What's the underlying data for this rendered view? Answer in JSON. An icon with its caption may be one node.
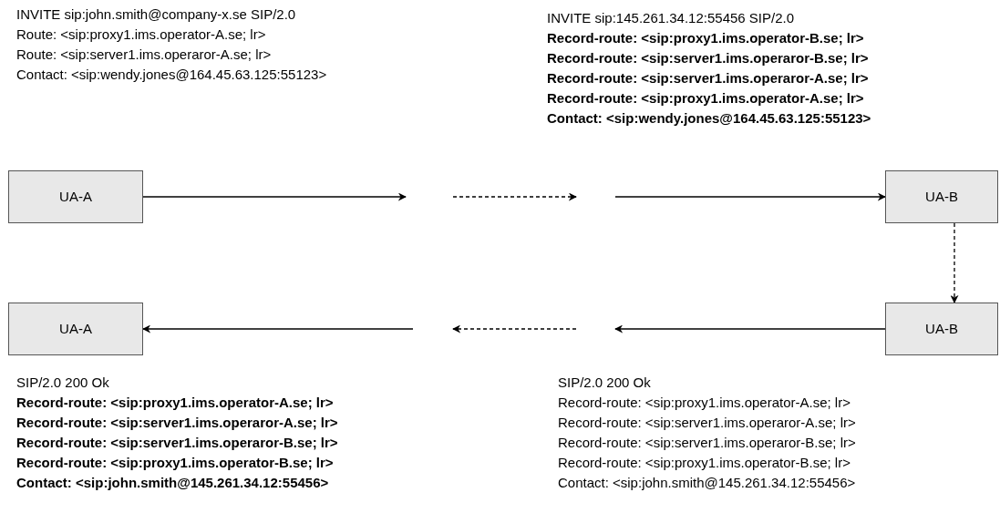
{
  "diagram": {
    "nodes": [
      {
        "text": [
          "UA-A"
        ]
      },
      {
        "text": [
          "UA-B"
        ]
      },
      {
        "text": [
          "UA-A"
        ]
      },
      {
        "text": [
          "UA-B"
        ]
      }
    ],
    "edges": [
      {
        "from": 0,
        "to": null,
        "arrow": "to"
      },
      {
        "from": null,
        "to": 1,
        "arrow": "to"
      },
      {
        "from": 1,
        "to": 3,
        "arrow": "to",
        "style": "dashed"
      },
      {
        "from": 3,
        "to": null,
        "arrow": "to"
      },
      {
        "from": null,
        "to": 2,
        "arrow": "to"
      }
    ],
    "labels": [
      "INVITE sip:john.smith@company-x.se SIP/2.0",
      "Route: <sip:proxy1.ims.operator-A.se; lr>",
      "Route: <sip:server1.ims.operaror-A.se; lr>",
      "Contact: <sip:wendy.jones@164.45.63.125:55123>",
      "INVITE sip:145.261.34.12:55456 SIP/2.0",
      "Record-route: <sip:proxy1.ims.operator-B.se; lr>",
      "Record-route: <sip:server1.ims.operaror-B.se; lr>",
      "Record-route: <sip:server1.ims.operaror-A.se; lr>",
      "Record-route: <sip:proxy1.ims.operator-A.se; lr>",
      "Contact: <sip:wendy.jones@164.45.63.125:55123>",
      "SIP/2.0 200 Ok",
      "Record-route: <sip:proxy1.ims.operator-A.se; lr>",
      "Record-route: <sip:server1.ims.operaror-A.se; lr>",
      "Record-route: <sip:server1.ims.operaror-B.se; lr>",
      "Record-route: <sip:proxy1.ims.operator-B.se; lr>",
      "Contact: <sip:john.smith@145.261.34.12:55456>",
      "SIP/2.0 200 Ok",
      "Record-route: <sip:proxy1.ims.operator-A.se; lr>",
      "Record-route: <sip:server1.ims.operaror-A.se; lr>",
      "Record-route: <sip:server1.ims.operaror-B.se; lr>",
      "Record-route: <sip:proxy1.ims.operator-B.se; lr>",
      "Contact: <sip:john.smith@145.261.34.12:55456>"
    ]
  }
}
